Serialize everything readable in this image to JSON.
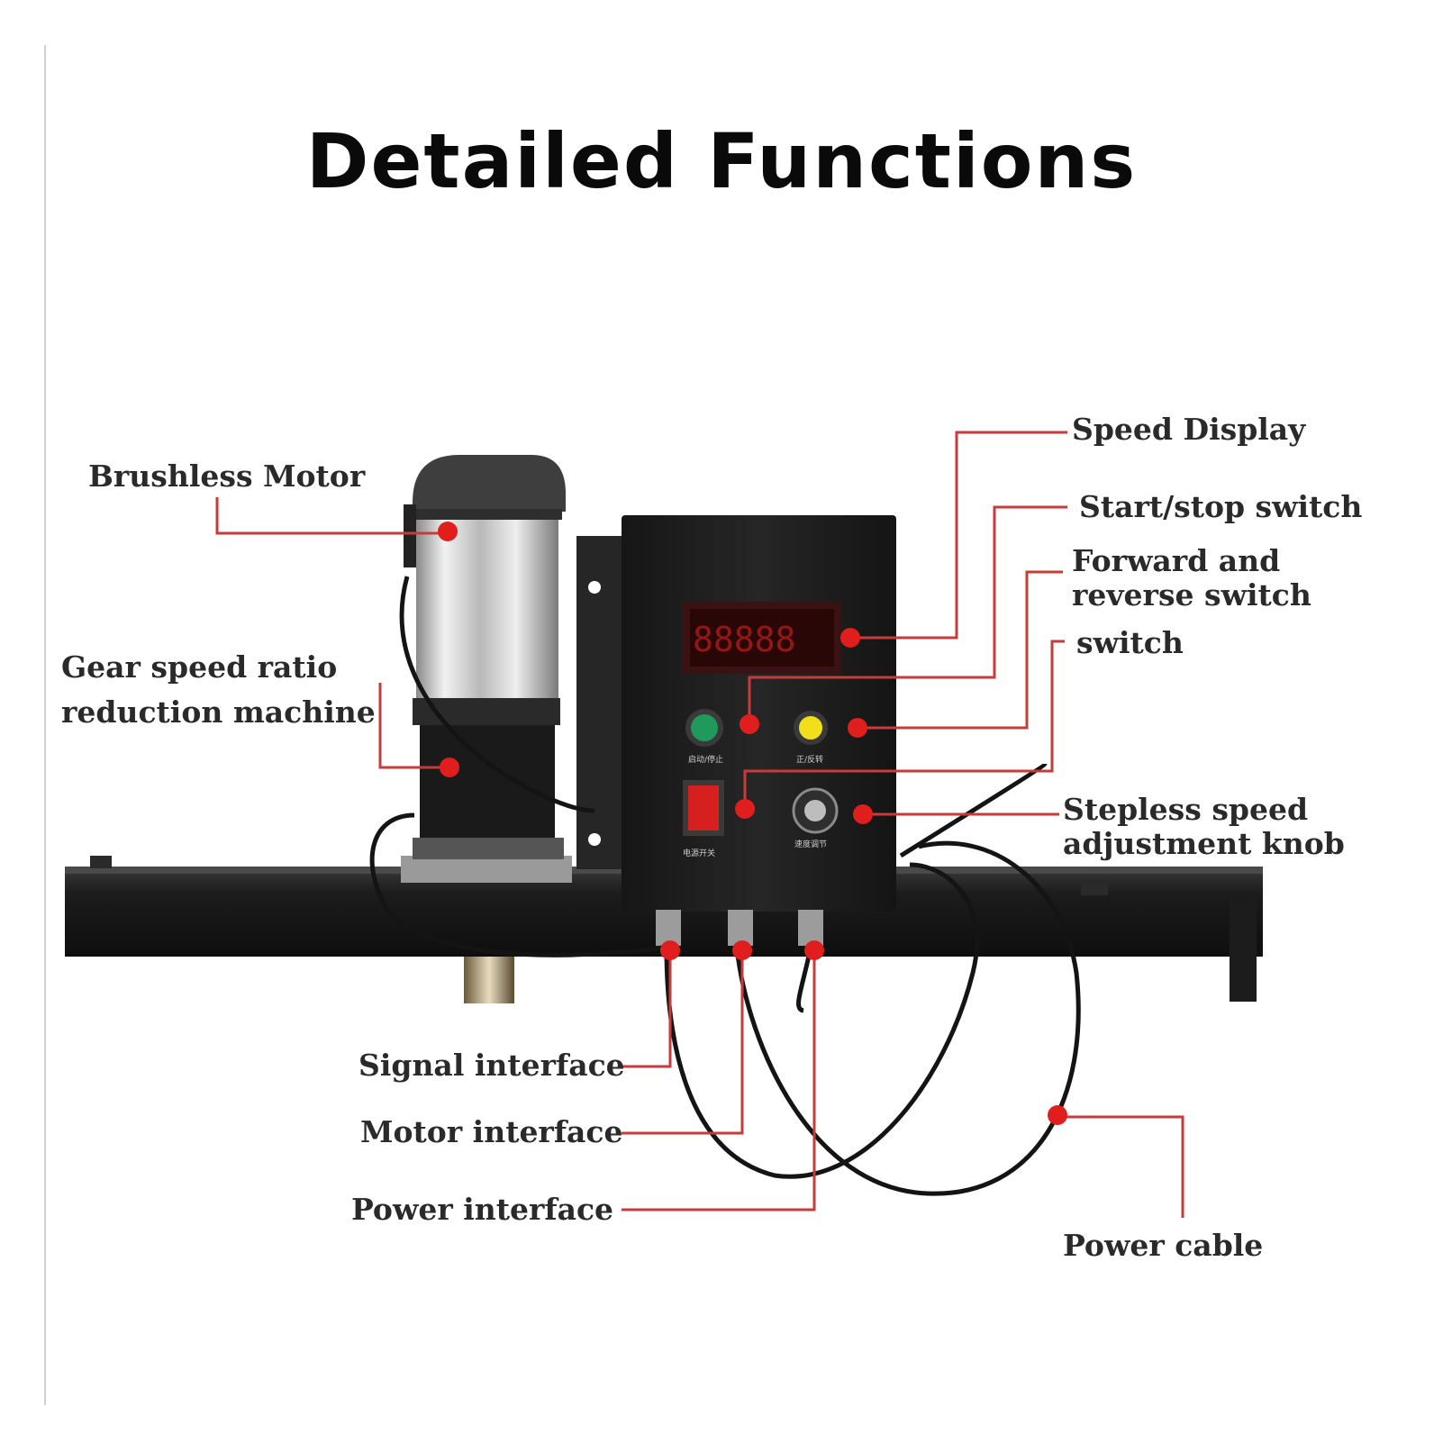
{
  "title": "Detailed Functions",
  "labels": {
    "brushless_motor": "Brushless Motor",
    "gear_line1": "Gear speed ratio",
    "gear_line2": "reduction machine",
    "speed_display": "Speed Display",
    "start_stop": "Start/stop switch",
    "fwd_line1": "Forward and",
    "fwd_line2": "reverse switch",
    "switch": "switch",
    "stepless_line1": "Stepless speed",
    "stepless_line2": "adjustment knob",
    "signal_interface": "Signal interface",
    "motor_interface": "Motor interface",
    "power_interface": "Power interface",
    "power_cable": "Power cable"
  },
  "panel_text": {
    "display_digits": "88888",
    "green_button_caption": "启动/停止",
    "yellow_button_caption": "正/反转",
    "rocker_caption": "电源开关",
    "knob_caption": "速度调节"
  },
  "colors": {
    "leader": "#c73b3b",
    "dot": "#e01e1e",
    "green_button": "#1f9a5a",
    "yellow_button": "#f2de1a",
    "rocker_switch": "#d62020",
    "display_segments": "#c21e1e"
  }
}
